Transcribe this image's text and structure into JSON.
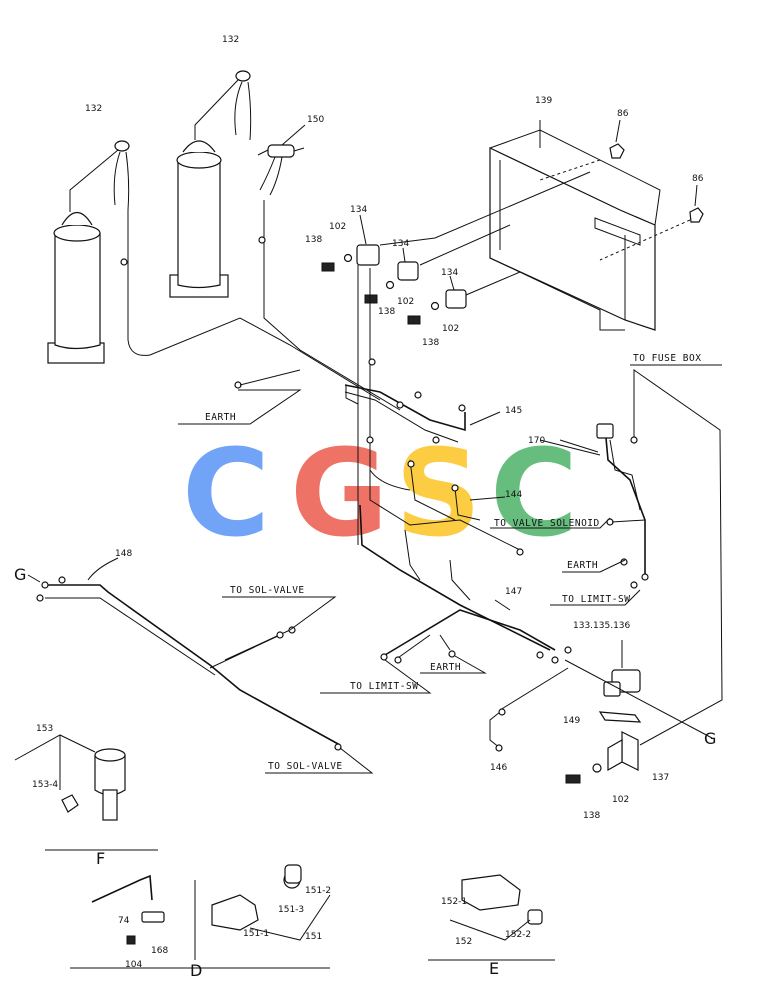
{
  "watermark": {
    "letters": [
      "C",
      "G",
      "S",
      "C"
    ],
    "colors": [
      "#4285F4",
      "#EA4335",
      "#FBBC05",
      "#34A853"
    ]
  },
  "part_numbers": {
    "p132a": "132",
    "p132b": "132",
    "p150": "150",
    "p139": "139",
    "p86a": "86",
    "p86b": "86",
    "p134a": "134",
    "p134b": "134",
    "p134c": "134",
    "p102a": "102",
    "p102b": "102",
    "p102c": "102",
    "p102d": "102",
    "p138a": "138",
    "p138b": "138",
    "p138c": "138",
    "p138d": "138",
    "p145": "145",
    "p170": "170",
    "p144": "144",
    "p148": "148",
    "p147": "147",
    "p133": "133.135.136",
    "p149": "149",
    "p137": "137",
    "p146": "146",
    "p153": "153",
    "p153_4": "153-4",
    "p74": "74",
    "p104": "104",
    "p168": "168",
    "p151": "151",
    "p151_1": "151-1",
    "p151_2": "151-2",
    "p151_3": "151-3",
    "p152": "152",
    "p152_1": "152-1",
    "p152_2": "152-2"
  },
  "callouts": {
    "to_fuse_box": "TO FUSE BOX",
    "earth_top": "EARTH",
    "to_valve_solenoid": "TO VALVE SOLENOID",
    "earth_right": "EARTH",
    "to_limit_sw_right": "TO LIMIT-SW",
    "to_sol_valve_top": "TO SOL-VALVE",
    "to_limit_sw_mid": "TO LIMIT-SW",
    "earth_mid": "EARTH",
    "to_sol_valve_bottom": "TO SOL-VALVE"
  },
  "section_letters": {
    "g_left": "G",
    "g_right": "G",
    "f": "F",
    "d": "D",
    "e": "E"
  }
}
